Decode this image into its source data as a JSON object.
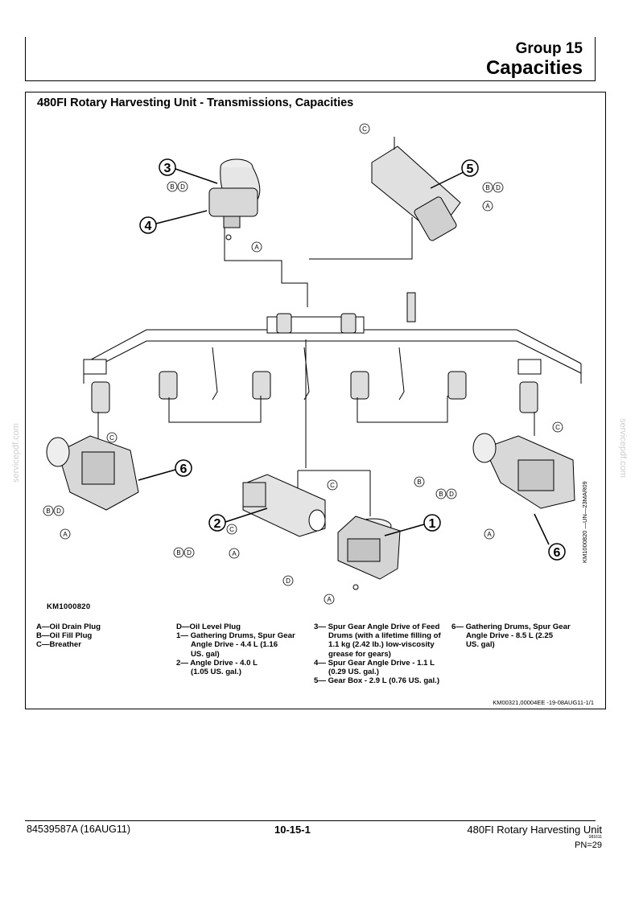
{
  "header": {
    "group": "Group  15",
    "title": "Capacities"
  },
  "section_title": "480FI Rotary Harvesting Unit - Transmissions, Capacities",
  "figure_id": "KM1000820",
  "vertical_code": "KM1000820 —UN—23MAR09",
  "callouts": {
    "c1": "1",
    "c2": "2",
    "c3": "3",
    "c4": "4",
    "c5": "5",
    "c6a": "6",
    "c6b": "6",
    "A": "A",
    "B": "B",
    "C": "C",
    "D": "D"
  },
  "legend": {
    "col1": [
      "A—Oil Drain Plug",
      "B—Oil Fill Plug",
      "C—Breather"
    ],
    "col2": [
      {
        "text": "D—Oil Level Plug",
        "indent": false
      },
      {
        "text": "1— Gathering Drums, Spur Gear",
        "indent": false
      },
      {
        "text": "Angle Drive - 4.4 L (1.16",
        "indent": true
      },
      {
        "text": "US. gal)",
        "indent": true
      },
      {
        "text": "2— Angle  Drive  -  4.0  L",
        "indent": false
      },
      {
        "text": "(1.05 US. gal.)",
        "indent": true
      }
    ],
    "col3": [
      {
        "text": "3— Spur Gear Angle Drive of Feed",
        "indent": false
      },
      {
        "text": "Drums (with a lifetime filling of",
        "indent": true
      },
      {
        "text": "1.1 kg (2.42 lb.) low-viscosity",
        "indent": true
      },
      {
        "text": "grease for gears)",
        "indent": true
      },
      {
        "text": "4— Spur Gear Angle Drive - 1.1 L",
        "indent": false
      },
      {
        "text": "(0.29 US. gal.)",
        "indent": true
      },
      {
        "text": "5— Gear Box - 2.9 L (0.76 US. gal.)",
        "indent": false
      }
    ],
    "col4": [
      {
        "text": "6— Gathering Drums, Spur Gear",
        "indent": false
      },
      {
        "text": "Angle Drive - 8.5 L (2.25",
        "indent": true
      },
      {
        "text": "US. gal)",
        "indent": true
      }
    ]
  },
  "ref_code": "KM00321,00004EE  -19-08AUG11-1/1",
  "footer": {
    "doc_number": "84539587A (16AUG11)",
    "page": "10-15-1",
    "title": "480FI Rotary Harvesting Unit",
    "date": "081611",
    "pn": "PN=29"
  },
  "watermarks": {
    "left": "servicepdf.com",
    "right": "servicepdf.com"
  }
}
